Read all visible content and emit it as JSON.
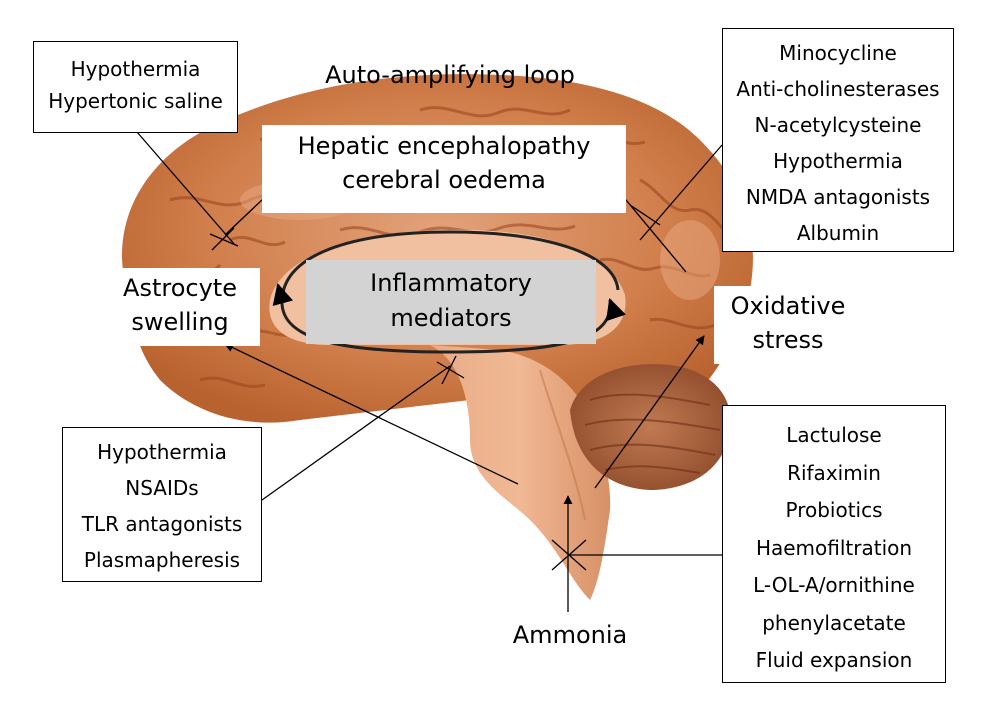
{
  "diagram": {
    "loop_title": "Auto-amplifying loop",
    "hepatic_label": [
      "Hepatic encephalopathy",
      "cerebral oedema"
    ],
    "inflammatory_label": [
      "Inflammatory",
      "mediators"
    ],
    "astrocyte_label": [
      "Astrocyte",
      "swelling"
    ],
    "oxidative_label": [
      "Oxidative",
      "stress"
    ],
    "ammonia_label": "Ammonia",
    "box_top_left": [
      "Hypothermia",
      "Hypertonic saline"
    ],
    "box_top_right": [
      "Minocycline",
      "Anti-cholinesterases",
      "N-acetylcysteine",
      "Hypothermia",
      "NMDA antagonists",
      "Albumin"
    ],
    "box_bottom_left": [
      "Hypothermia",
      "NSAIDs",
      "TLR antagonists",
      "Plasmapheresis"
    ],
    "box_bottom_right": [
      "Lactulose",
      "Rifaximin",
      "Probiotics",
      "Haemofiltration",
      "L-OL-A/ornithine",
      "phenylacetate",
      "Fluid expansion"
    ]
  },
  "colors": {
    "brain_light": "#d98b5a",
    "brain_dark": "#b0582a",
    "brain_sulci": "#8c3a18",
    "inflammatory_fill": "#d3d3d3"
  }
}
